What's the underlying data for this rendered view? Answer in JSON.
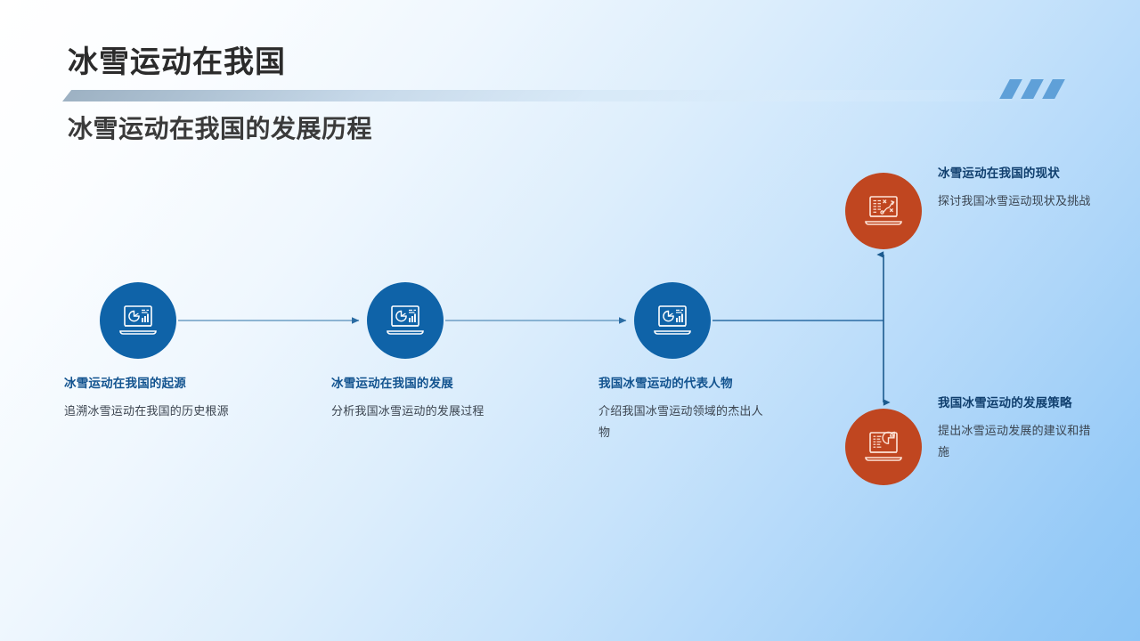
{
  "header": {
    "main_title": "冰雪运动在我国",
    "subtitle": "冰雪运动在我国的发展历程",
    "decoration": "slanted-stripes"
  },
  "colors": {
    "node_blue": "#0f63a8",
    "node_orange": "#c04620",
    "label_title_blue": "#12538f",
    "label_title_dark": "#103f6e",
    "connector": "#2b6ca3",
    "background_top_left": "#ffffff",
    "background_bottom_right": "#8cc5f6",
    "stripe_blue": "#5fa0d8"
  },
  "diagram": {
    "type": "timeline-flow",
    "nodes": [
      {
        "id": "node-1",
        "order": 1,
        "color": "blue",
        "icon": "laptop-pie-bar-chart-icon",
        "title": "冰雪运动在我国的起源",
        "desc": "追溯冰雪运动在我国的历史根源"
      },
      {
        "id": "node-2",
        "order": 2,
        "color": "blue",
        "icon": "laptop-pie-bar-chart-icon",
        "title": "冰雪运动在我国的发展",
        "desc": "分析我国冰雪运动的发展过程"
      },
      {
        "id": "node-3",
        "order": 3,
        "color": "blue",
        "icon": "laptop-pie-bar-chart-icon",
        "title": "我国冰雪运动的代表人物",
        "desc": "介绍我国冰雪运动领域的杰出人物"
      },
      {
        "id": "node-4",
        "order": 4,
        "color": "orange",
        "icon": "laptop-strategy-path-icon",
        "title": "冰雪运动在我国的现状",
        "desc": "探讨我国冰雪运动现状及挑战"
      },
      {
        "id": "node-5",
        "order": 5,
        "color": "orange",
        "icon": "laptop-list-pie-icon",
        "title": "我国冰雪运动的发展策略",
        "desc": "提出冰雪运动发展的建议和措施"
      }
    ],
    "connectors": [
      {
        "from": "node-1",
        "to": "node-2",
        "direction": "right",
        "arrow": true
      },
      {
        "from": "node-2",
        "to": "node-3",
        "direction": "right",
        "arrow": true
      },
      {
        "from": "node-3",
        "to": "branch",
        "direction": "right",
        "arrow": false
      },
      {
        "from": "branch",
        "to": "node-4",
        "direction": "up",
        "arrow": true
      },
      {
        "from": "branch",
        "to": "node-5",
        "direction": "down",
        "arrow": true
      }
    ]
  }
}
